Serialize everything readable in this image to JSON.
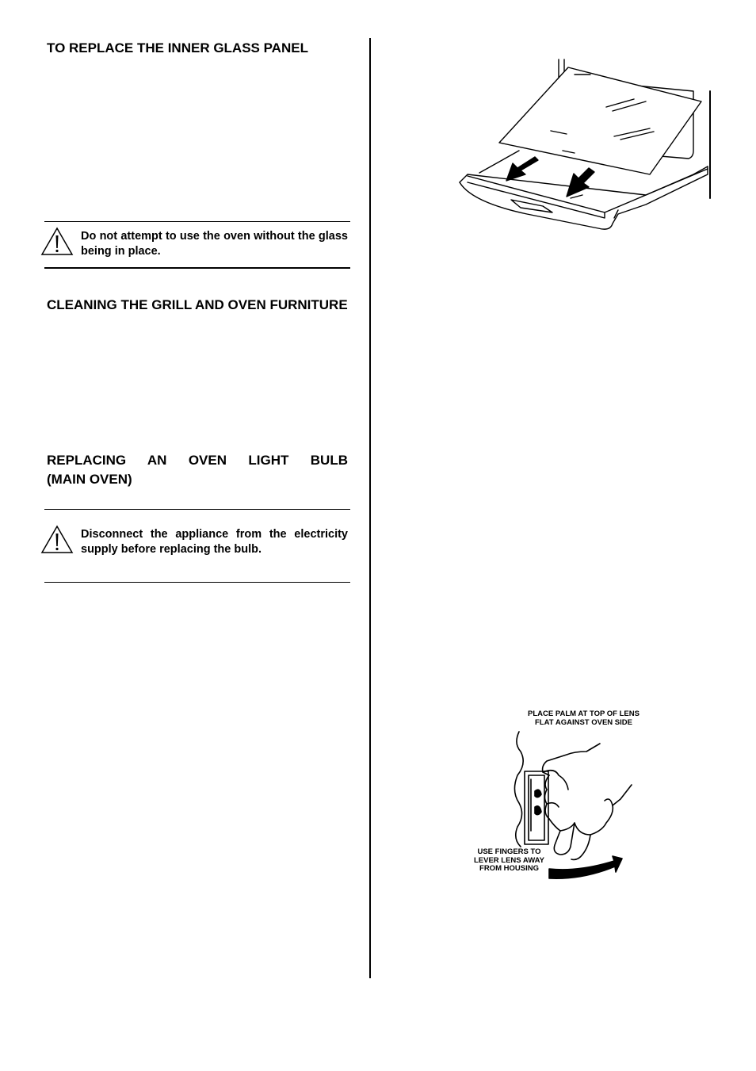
{
  "sections": {
    "inner_glass": {
      "heading": "TO REPLACE THE INNER GLASS PANEL"
    },
    "warning_glass": {
      "icon": "warning-triangle-icon",
      "text": "Do not attempt to use the oven without the glass being in place."
    },
    "cleaning": {
      "heading": "CLEANING THE GRILL AND OVEN FURNITURE"
    },
    "light_bulb": {
      "heading_line1": "REPLACING AN OVEN LIGHT BULB",
      "heading_line2": "(MAIN OVEN)"
    },
    "warning_bulb": {
      "icon": "warning-triangle-icon",
      "text": "Disconnect the appliance from the electricity supply before replacing the bulb."
    }
  },
  "figures": {
    "glass_panel": {
      "icon": "oven-door-glass-panel-illustration"
    },
    "lens": {
      "icon": "oven-light-lens-removal-illustration",
      "caption_top": "PLACE PALM AT TOP OF LENS\nFLAT AGAINST OVEN SIDE",
      "caption_bottom": "USE FINGERS TO\nLEVER LENS AWAY\nFROM HOUSING"
    }
  }
}
